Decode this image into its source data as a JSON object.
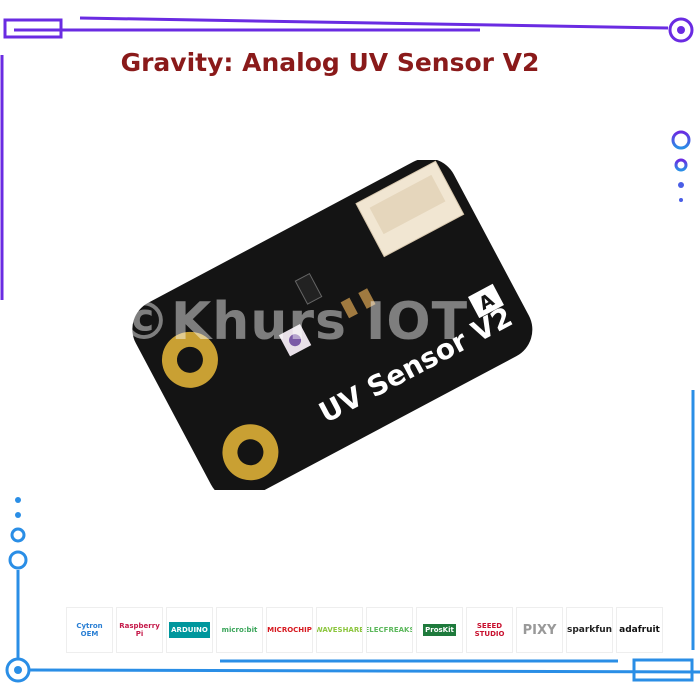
{
  "title": "Gravity: Analog UV Sensor V2",
  "board": {
    "silkscreen_label": "UV Sensor V2",
    "corner_label": "A"
  },
  "watermark": "©Khurs IOT",
  "colors": {
    "title": "#8a1a1a",
    "frame_purple": "#6a2be2",
    "frame_blue": "#2a8ee6",
    "board": "#141414",
    "gold": "#c9a033",
    "connector": "#f1e6d2"
  },
  "logos": [
    {
      "label": "Cytron OEM",
      "color": "#2a7fd4"
    },
    {
      "label": "Raspberry Pi",
      "color": "#c51a4a"
    },
    {
      "label": "ARDUINO",
      "color": "#00979d"
    },
    {
      "label": "micro:bit",
      "color": "#3aa55a"
    },
    {
      "label": "MICROCHIP",
      "color": "#d71920"
    },
    {
      "label": "WAVESHARE",
      "color": "#8dc63f"
    },
    {
      "label": "ELECFREAKS",
      "color": "#5cb85c"
    },
    {
      "label": "ProsKit",
      "color": "#1e7a3c"
    },
    {
      "label": "SEEED STUDIO",
      "color": "#c8102e"
    },
    {
      "label": "PIXY",
      "color": "#999999"
    },
    {
      "label": "sparkfun",
      "color": "#222222"
    },
    {
      "label": "adafruit",
      "color": "#111111"
    }
  ]
}
